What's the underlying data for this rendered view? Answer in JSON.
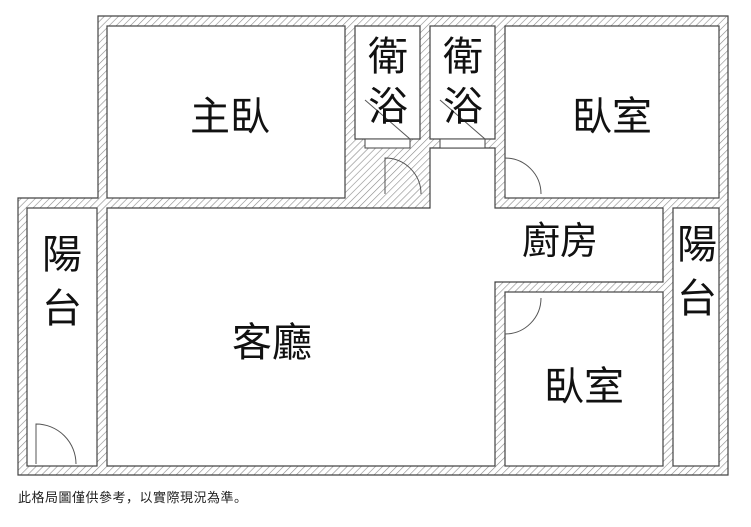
{
  "rooms": {
    "master_bedroom": "主臥",
    "bathroom_1": [
      "衛",
      "浴"
    ],
    "bathroom_2": [
      "衛",
      "浴"
    ],
    "bedroom_top": "臥室",
    "balcony_left": [
      "陽",
      "台"
    ],
    "kitchen": "廚房",
    "balcony_right": [
      "陽",
      "台"
    ],
    "living_room": "客廳",
    "bedroom_bottom": "臥室"
  },
  "disclaimer": "此格局圖僅供參考，以實際現況為準。",
  "colors": {
    "wall_outline": "#444444",
    "hatch": "#8a8a8a",
    "door": "#555555",
    "text": "#111111"
  }
}
